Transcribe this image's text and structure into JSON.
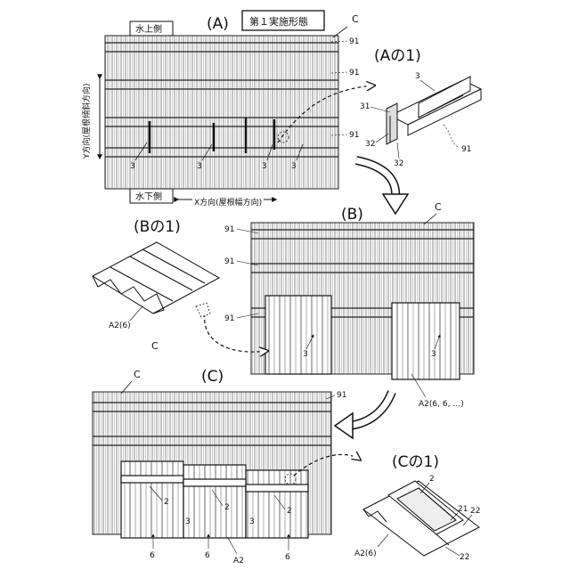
{
  "header": {
    "title": "第１実施形態"
  },
  "panels": {
    "A": {
      "label": "(A)",
      "ridge_side": "水上側",
      "eave_side": "水下側",
      "y_axis": "Y方向(屋根傾斜方向)",
      "x_axis": "X方向(屋根幅方向)",
      "c_label": "C",
      "ref_91": "91",
      "ref_3": "3"
    },
    "A1": {
      "label": "(Aの1)",
      "refs": [
        "3",
        "31",
        "32",
        "32",
        "91"
      ]
    },
    "B": {
      "label": "(B)",
      "c_label": "C",
      "ref_91": "91",
      "ref_3": "3",
      "panel_ref": "A2(6, 6, …)"
    },
    "B1": {
      "label": "(Bの1)",
      "panel_ref": "A2(6)",
      "c_label": "C"
    },
    "C": {
      "label": "(C)",
      "c_label": "C",
      "ref_91": "91",
      "ref_2": "2",
      "ref_3": "3",
      "ref_6": "6",
      "ref_A2": "A2"
    },
    "C1": {
      "label": "(Cの1)",
      "refs": [
        "2",
        "21",
        "22",
        "22"
      ],
      "panel_ref": "A2(6)"
    }
  }
}
